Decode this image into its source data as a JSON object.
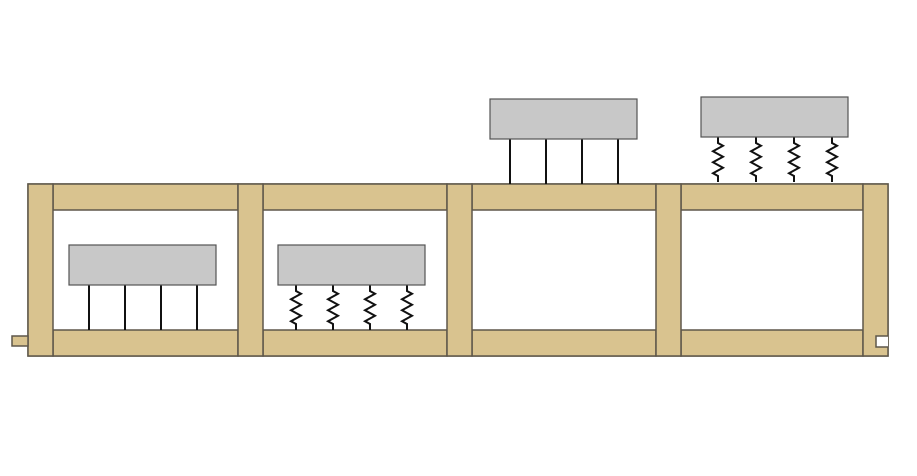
{
  "colors": {
    "background": "#ffffff",
    "wood": "#d9c38f",
    "wood_outline": "#5e574a",
    "mass_fill": "#c8c8c8",
    "mass_outline": "#545454",
    "support": "#111111"
  },
  "diagram": {
    "cells": [
      {
        "id": "cell-1",
        "load_position": "inside",
        "support_type": "rigid",
        "support_count": 4
      },
      {
        "id": "cell-2",
        "load_position": "inside",
        "support_type": "spring",
        "support_count": 4
      },
      {
        "id": "cell-3",
        "load_position": "on-top",
        "support_type": "rigid",
        "support_count": 4
      },
      {
        "id": "cell-4",
        "load_position": "on-top",
        "support_type": "spring",
        "support_count": 4
      }
    ],
    "left_edge_detail": "tongue",
    "right_edge_detail": "groove"
  }
}
